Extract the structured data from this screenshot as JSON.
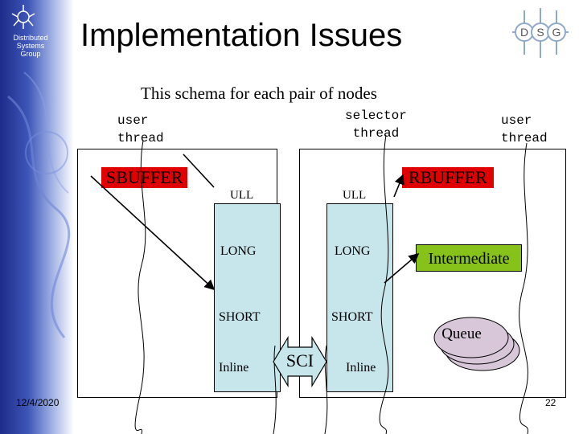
{
  "branding": {
    "sidebar_text_lines": [
      "Distributed",
      "Systems",
      "Group"
    ],
    "logo_letters": [
      "D",
      "S",
      "G"
    ]
  },
  "header": {
    "title": "Implementation Issues",
    "subtitle": "This schema for each pair of nodes"
  },
  "threads": {
    "left_user": [
      "user",
      "thread"
    ],
    "selector": [
      "selector",
      "thread"
    ],
    "right_user": [
      "user",
      "thread"
    ]
  },
  "buffers": {
    "send": "SBUFFER",
    "receive": "RBUFFER"
  },
  "columns": {
    "left": {
      "header": "ULL",
      "rows": [
        "LONG",
        "SHORT",
        "Inline"
      ]
    },
    "right": {
      "header": "ULL",
      "rows": [
        "LONG",
        "SHORT",
        "Inline"
      ]
    }
  },
  "link": "SCI",
  "intermediate": "Intermediate",
  "queue": "Queue",
  "footer": {
    "date": "12/4/2020",
    "page": "22"
  },
  "colors": {
    "column_fill": "#c7e6ec",
    "buffer_fill": "#e00000",
    "intermediate_fill": "#86c21a",
    "queue_fill": "#d7c7d9",
    "sidebar_dark": "#1d2b8a"
  }
}
